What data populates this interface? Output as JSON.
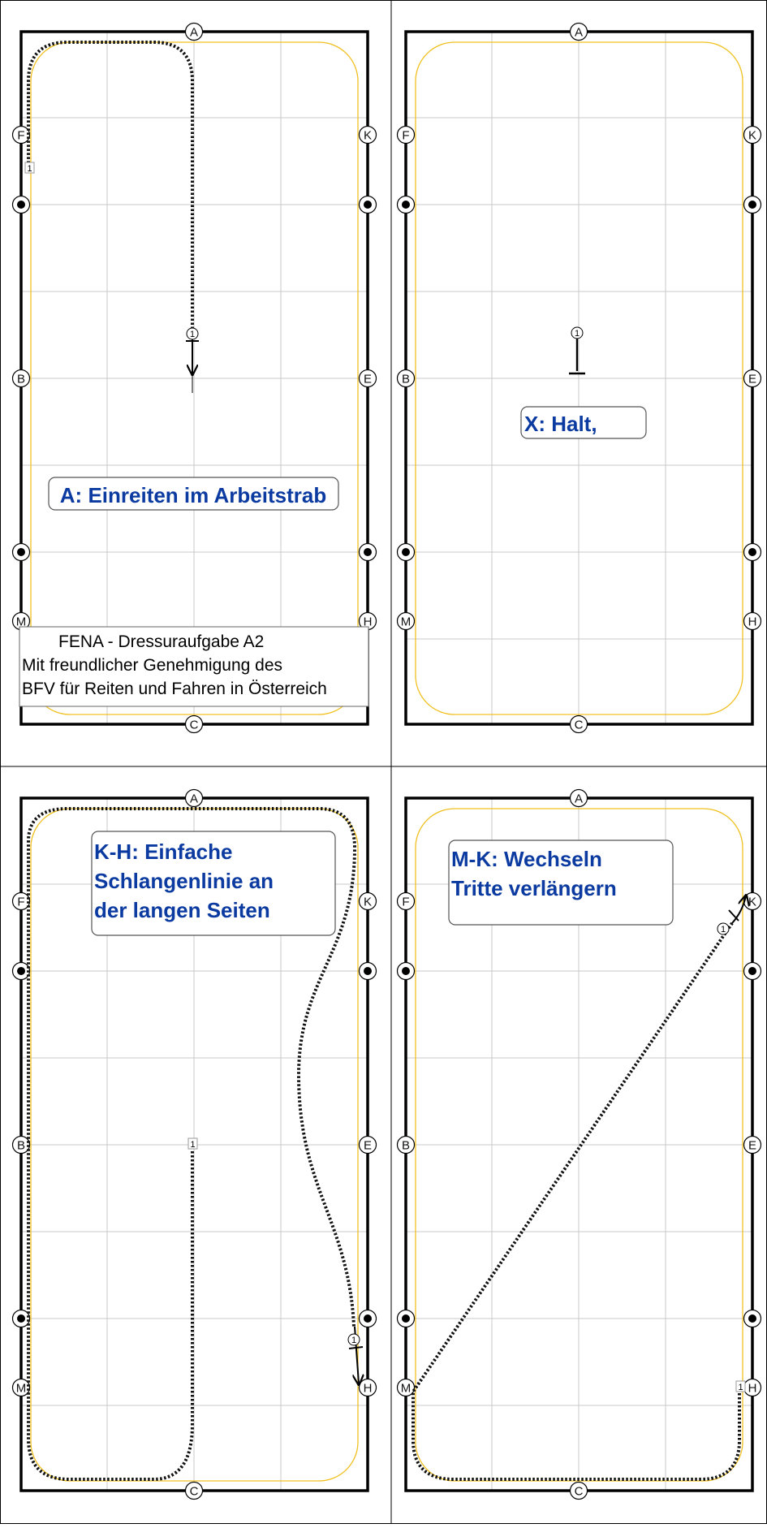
{
  "panels": [
    {
      "caption": [
        "A: Einreiten im Arbeitstrab"
      ],
      "credit": [
        "FENA - Dressuraufgabe A2",
        "Mit freundlicher Genehmigung des",
        "BFV für Reiten und Fahren in Österreich"
      ],
      "step_marks": [
        "1",
        "1"
      ]
    },
    {
      "caption": [
        "X: Halt,"
      ],
      "step_marks": [
        "1"
      ]
    },
    {
      "caption": [
        "K-H: Einfache",
        "Schlangenlinie an",
        "der langen Seiten"
      ],
      "step_marks": [
        "1",
        "1"
      ]
    },
    {
      "caption": [
        "M-K: Wechseln",
        "Tritte verlängern"
      ],
      "step_marks": [
        "1",
        "1"
      ]
    }
  ],
  "arena_letters": {
    "top": "A",
    "bottom": "C",
    "left": [
      "F",
      "B",
      "M"
    ],
    "right": [
      "K",
      "E",
      "H"
    ]
  },
  "colors": {
    "arena_border": "#000000",
    "grid": "#c8c8c8",
    "track": "#f0c020",
    "caption_text": "#0b3aa0",
    "path": "#111111"
  }
}
